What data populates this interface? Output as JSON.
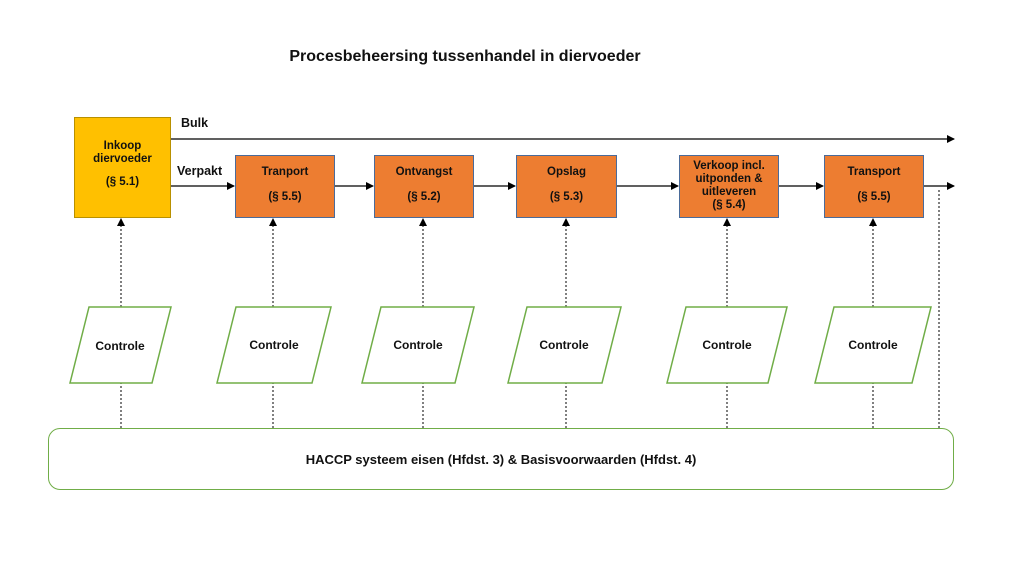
{
  "title": "Procesbeheersing tussenhandel in diervoeder",
  "flows": {
    "bulk": "Bulk",
    "verpakt": "Verpakt"
  },
  "start_box": {
    "name": "Inkoop diervoeder",
    "section": "(§ 5.1)"
  },
  "steps": [
    {
      "name": "Tranport",
      "section": "(§ 5.5)"
    },
    {
      "name": "Ontvangst",
      "section": "(§ 5.2)"
    },
    {
      "name": "Opslag",
      "section": "(§ 5.3)"
    },
    {
      "name": "Verkoop incl. uitponden & uitleveren",
      "section": "(§ 5.4)"
    },
    {
      "name": "Transport",
      "section": "(§ 5.5)"
    }
  ],
  "controls": [
    "Controle",
    "Controle",
    "Controle",
    "Controle",
    "Controle",
    "Controle"
  ],
  "haccp": "HACCP systeem eisen (Hfdst. 3) & Basisvoorwaarden  (Hfdst. 4)",
  "colors": {
    "step_fill": "#ed7d31",
    "step_border": "#4a6b9a",
    "start_fill": "#ffc000",
    "control_border": "#70ad47",
    "haccp_border": "#70ad47",
    "line": "#000000"
  }
}
